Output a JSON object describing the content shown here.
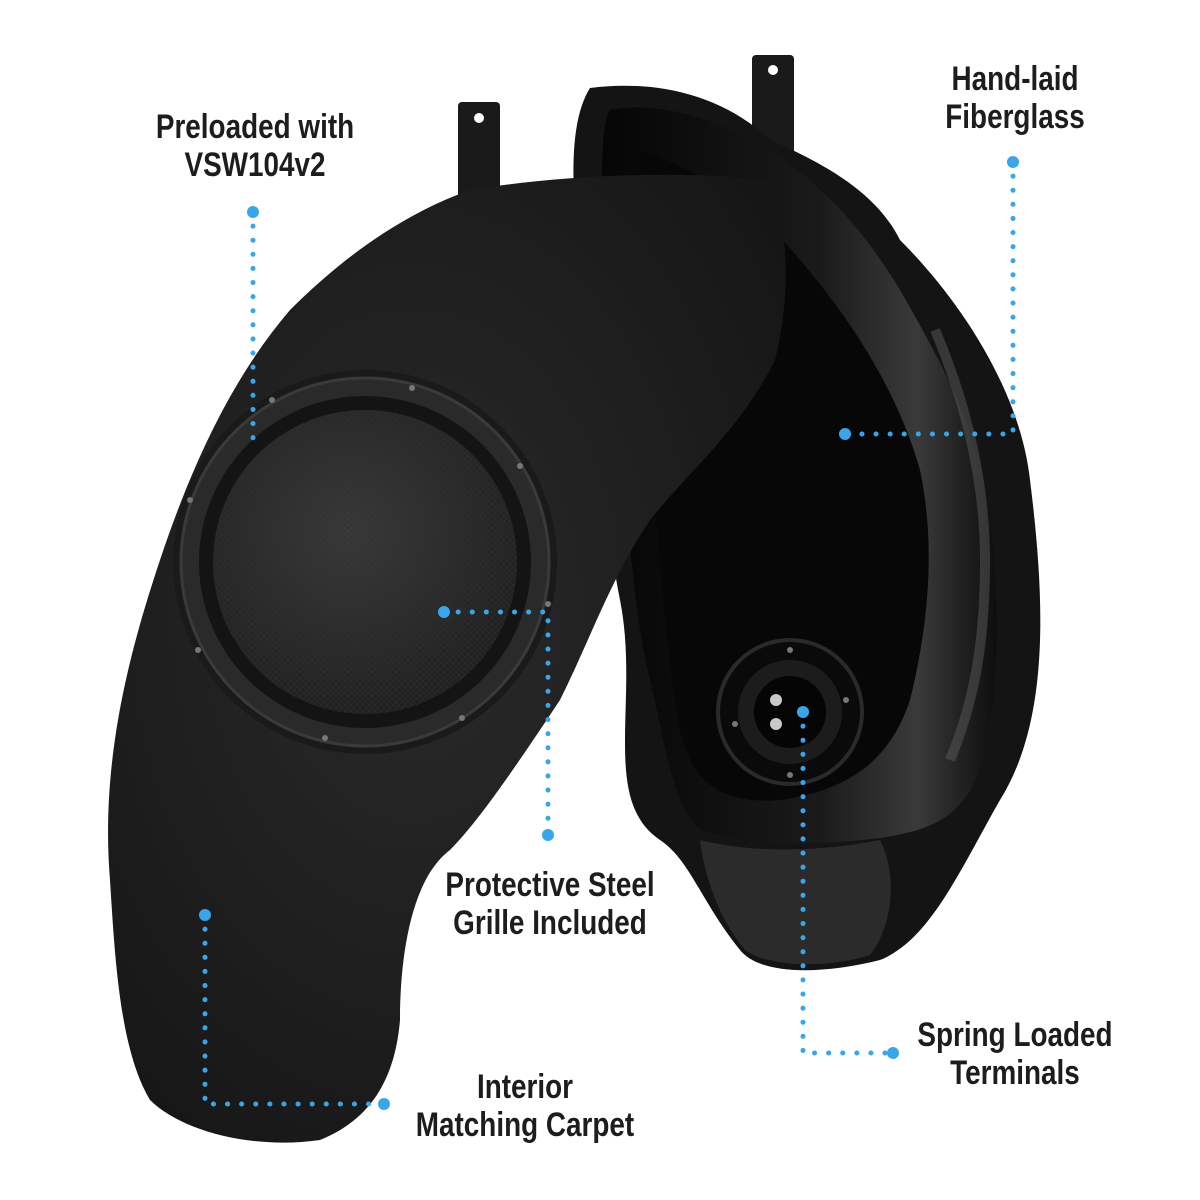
{
  "callouts": {
    "preloaded": {
      "line1": "Preloaded with",
      "line2": "VSW104v2"
    },
    "fiberglass": {
      "line1": "Hand-laid",
      "line2": "Fiberglass"
    },
    "grille": {
      "line1": "Protective Steel",
      "line2": "Grille Included"
    },
    "terminals": {
      "line1": "Spring Loaded",
      "line2": "Terminals"
    },
    "carpet": {
      "line1": "Interior",
      "line2": "Matching Carpet"
    }
  },
  "colors": {
    "background": "#ffffff",
    "leader_dot": "#3aa6e8",
    "carpet": "#1c1c1c",
    "fiberglass": "#111111",
    "label_text": "#1d1d1d"
  },
  "icons": [
    "speaker-enclosure-carpeted",
    "speaker-enclosure-fiberglass",
    "subwoofer",
    "terminal-cup"
  ]
}
